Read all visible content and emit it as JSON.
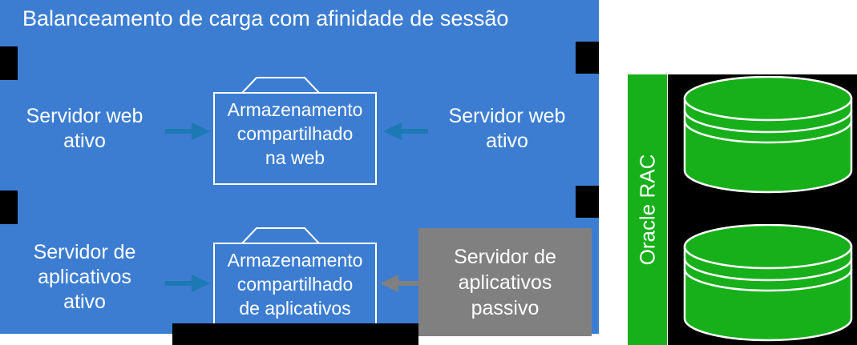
{
  "diagram": {
    "title": "Balanceamento de carga com afinidade de sessão",
    "colors": {
      "panel_blue": "#3c7dd2",
      "passive_gray": "#808080",
      "arrow_teal": "#1d79b3",
      "arrow_gray": "#808080",
      "rac_green": "#17b01a",
      "black": "#000000",
      "white": "#ffffff"
    },
    "web_tier": {
      "left_server_label": "Servidor web\nativo",
      "shared_storage_label": "Armazenamento\ncompartilhado\nna web",
      "right_server_label": "Servidor web\nativo",
      "left_arrow_icon": "arrow-right-icon",
      "right_arrow_icon": "arrow-left-icon",
      "storage_icon": "shared-folder-icon"
    },
    "app_tier": {
      "left_server_label": "Servidor de\naplicativos\nativo",
      "shared_storage_label": "Armazenamento\ncompartilhado\nde aplicativos",
      "passive_server_label": "Servidor de\naplicativos\npassivo",
      "left_arrow_icon": "arrow-right-icon",
      "right_arrow_icon": "arrow-left-icon",
      "storage_icon": "shared-folder-icon"
    },
    "database_cluster": {
      "label": "Oracle RAC",
      "node_count": 2,
      "node_icon": "database-cylinder-icon"
    }
  }
}
